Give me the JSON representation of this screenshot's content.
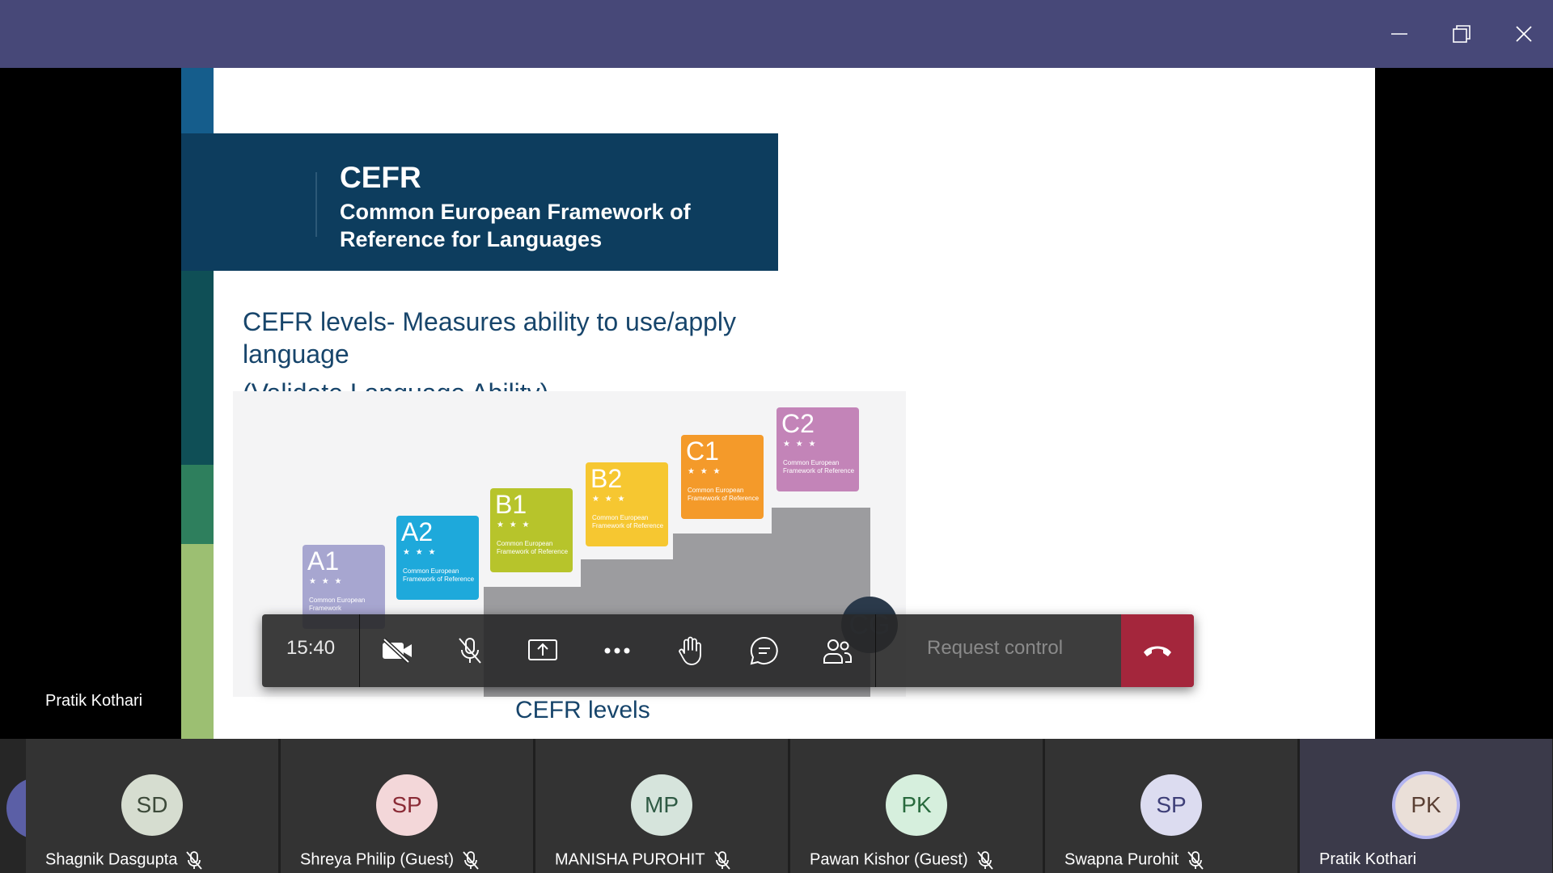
{
  "window": {
    "controls": [
      "minimize-icon",
      "restore-icon",
      "close-icon"
    ]
  },
  "stage": {
    "presenter_label": "Pratik Kothari"
  },
  "slide": {
    "header_title": "CEFR",
    "header_subtitle": "Common European Framework of Reference for Languages",
    "line1": "CEFR levels-  Measures ability to use/apply",
    "line2": "language",
    "line3": "(Validate Language Ability)",
    "caption": "CEFR levels",
    "levels": [
      {
        "code": "A1",
        "color": "#a7a6d0",
        "caption": "Common European Framework"
      },
      {
        "code": "A2",
        "color": "#1ea9db",
        "caption": "Common European Framework of Reference"
      },
      {
        "code": "B1",
        "color": "#b7c42b",
        "caption": "Common European Framework of Reference"
      },
      {
        "code": "B2",
        "color": "#f6c731",
        "caption": "Common European Framework of Reference"
      },
      {
        "code": "C1",
        "color": "#f49a2a",
        "caption": "Common European Framework of Reference"
      },
      {
        "code": "C2",
        "color": "#c384b8",
        "caption": "Common European Framework of Reference"
      }
    ]
  },
  "overlay_avatar": {
    "initials": "CG"
  },
  "toolbar": {
    "time": "15:40",
    "request_control": "Request control",
    "buttons": [
      "camera-off-icon",
      "mic-off-icon",
      "share-screen-icon",
      "more-options-icon",
      "raise-hand-icon",
      "chat-icon",
      "participants-icon",
      "hang-up-icon"
    ]
  },
  "participants": [
    {
      "initials": "SD",
      "name": "Shagnik Dasgupta",
      "muted": true,
      "avatar_bg": "#d6ddd0",
      "avatar_fg": "#3d4a3a"
    },
    {
      "initials": "SP",
      "name": "Shreya Philip (Guest)",
      "muted": true,
      "avatar_bg": "#f3d7d9",
      "avatar_fg": "#8a2b36"
    },
    {
      "initials": "MP",
      "name": "MANISHA PUROHIT",
      "muted": true,
      "avatar_bg": "#d6e4dc",
      "avatar_fg": "#2f5a44"
    },
    {
      "initials": "PK",
      "name": "Pawan Kishor (Guest)",
      "muted": true,
      "avatar_bg": "#d6efdd",
      "avatar_fg": "#286a3d"
    },
    {
      "initials": "SP",
      "name": "Swapna Purohit",
      "muted": true,
      "avatar_bg": "#dcdcf0",
      "avatar_fg": "#3e3f78"
    },
    {
      "initials": "PK",
      "name": "Pratik Kothari",
      "muted": false,
      "avatar_bg": "#eadfd8",
      "avatar_fg": "#5a3f33"
    }
  ]
}
